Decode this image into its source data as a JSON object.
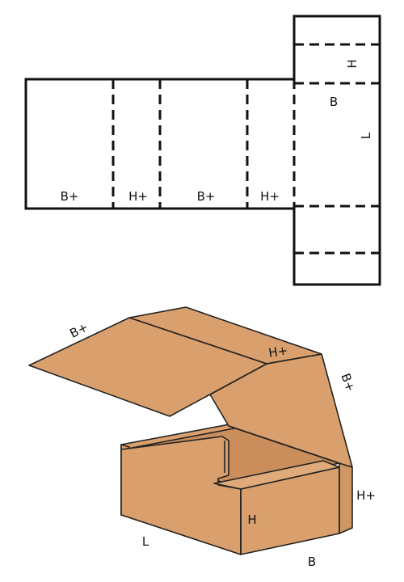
{
  "flat_pattern": {
    "labels": {
      "b_plus_1": "B+",
      "h_plus_1": "H+",
      "b_plus_2": "B+",
      "h_plus_2": "H+",
      "h": "H",
      "b": "B",
      "l": "L"
    }
  },
  "box_3d": {
    "labels": {
      "lid_flap": "B+",
      "lid_fold": "H+",
      "lid_side": "B+",
      "end_height": "H+",
      "height": "H",
      "length": "L",
      "width": "B"
    }
  },
  "colors": {
    "line": "#111111",
    "cardboard": "#D9A06D",
    "background": "#ffffff"
  }
}
